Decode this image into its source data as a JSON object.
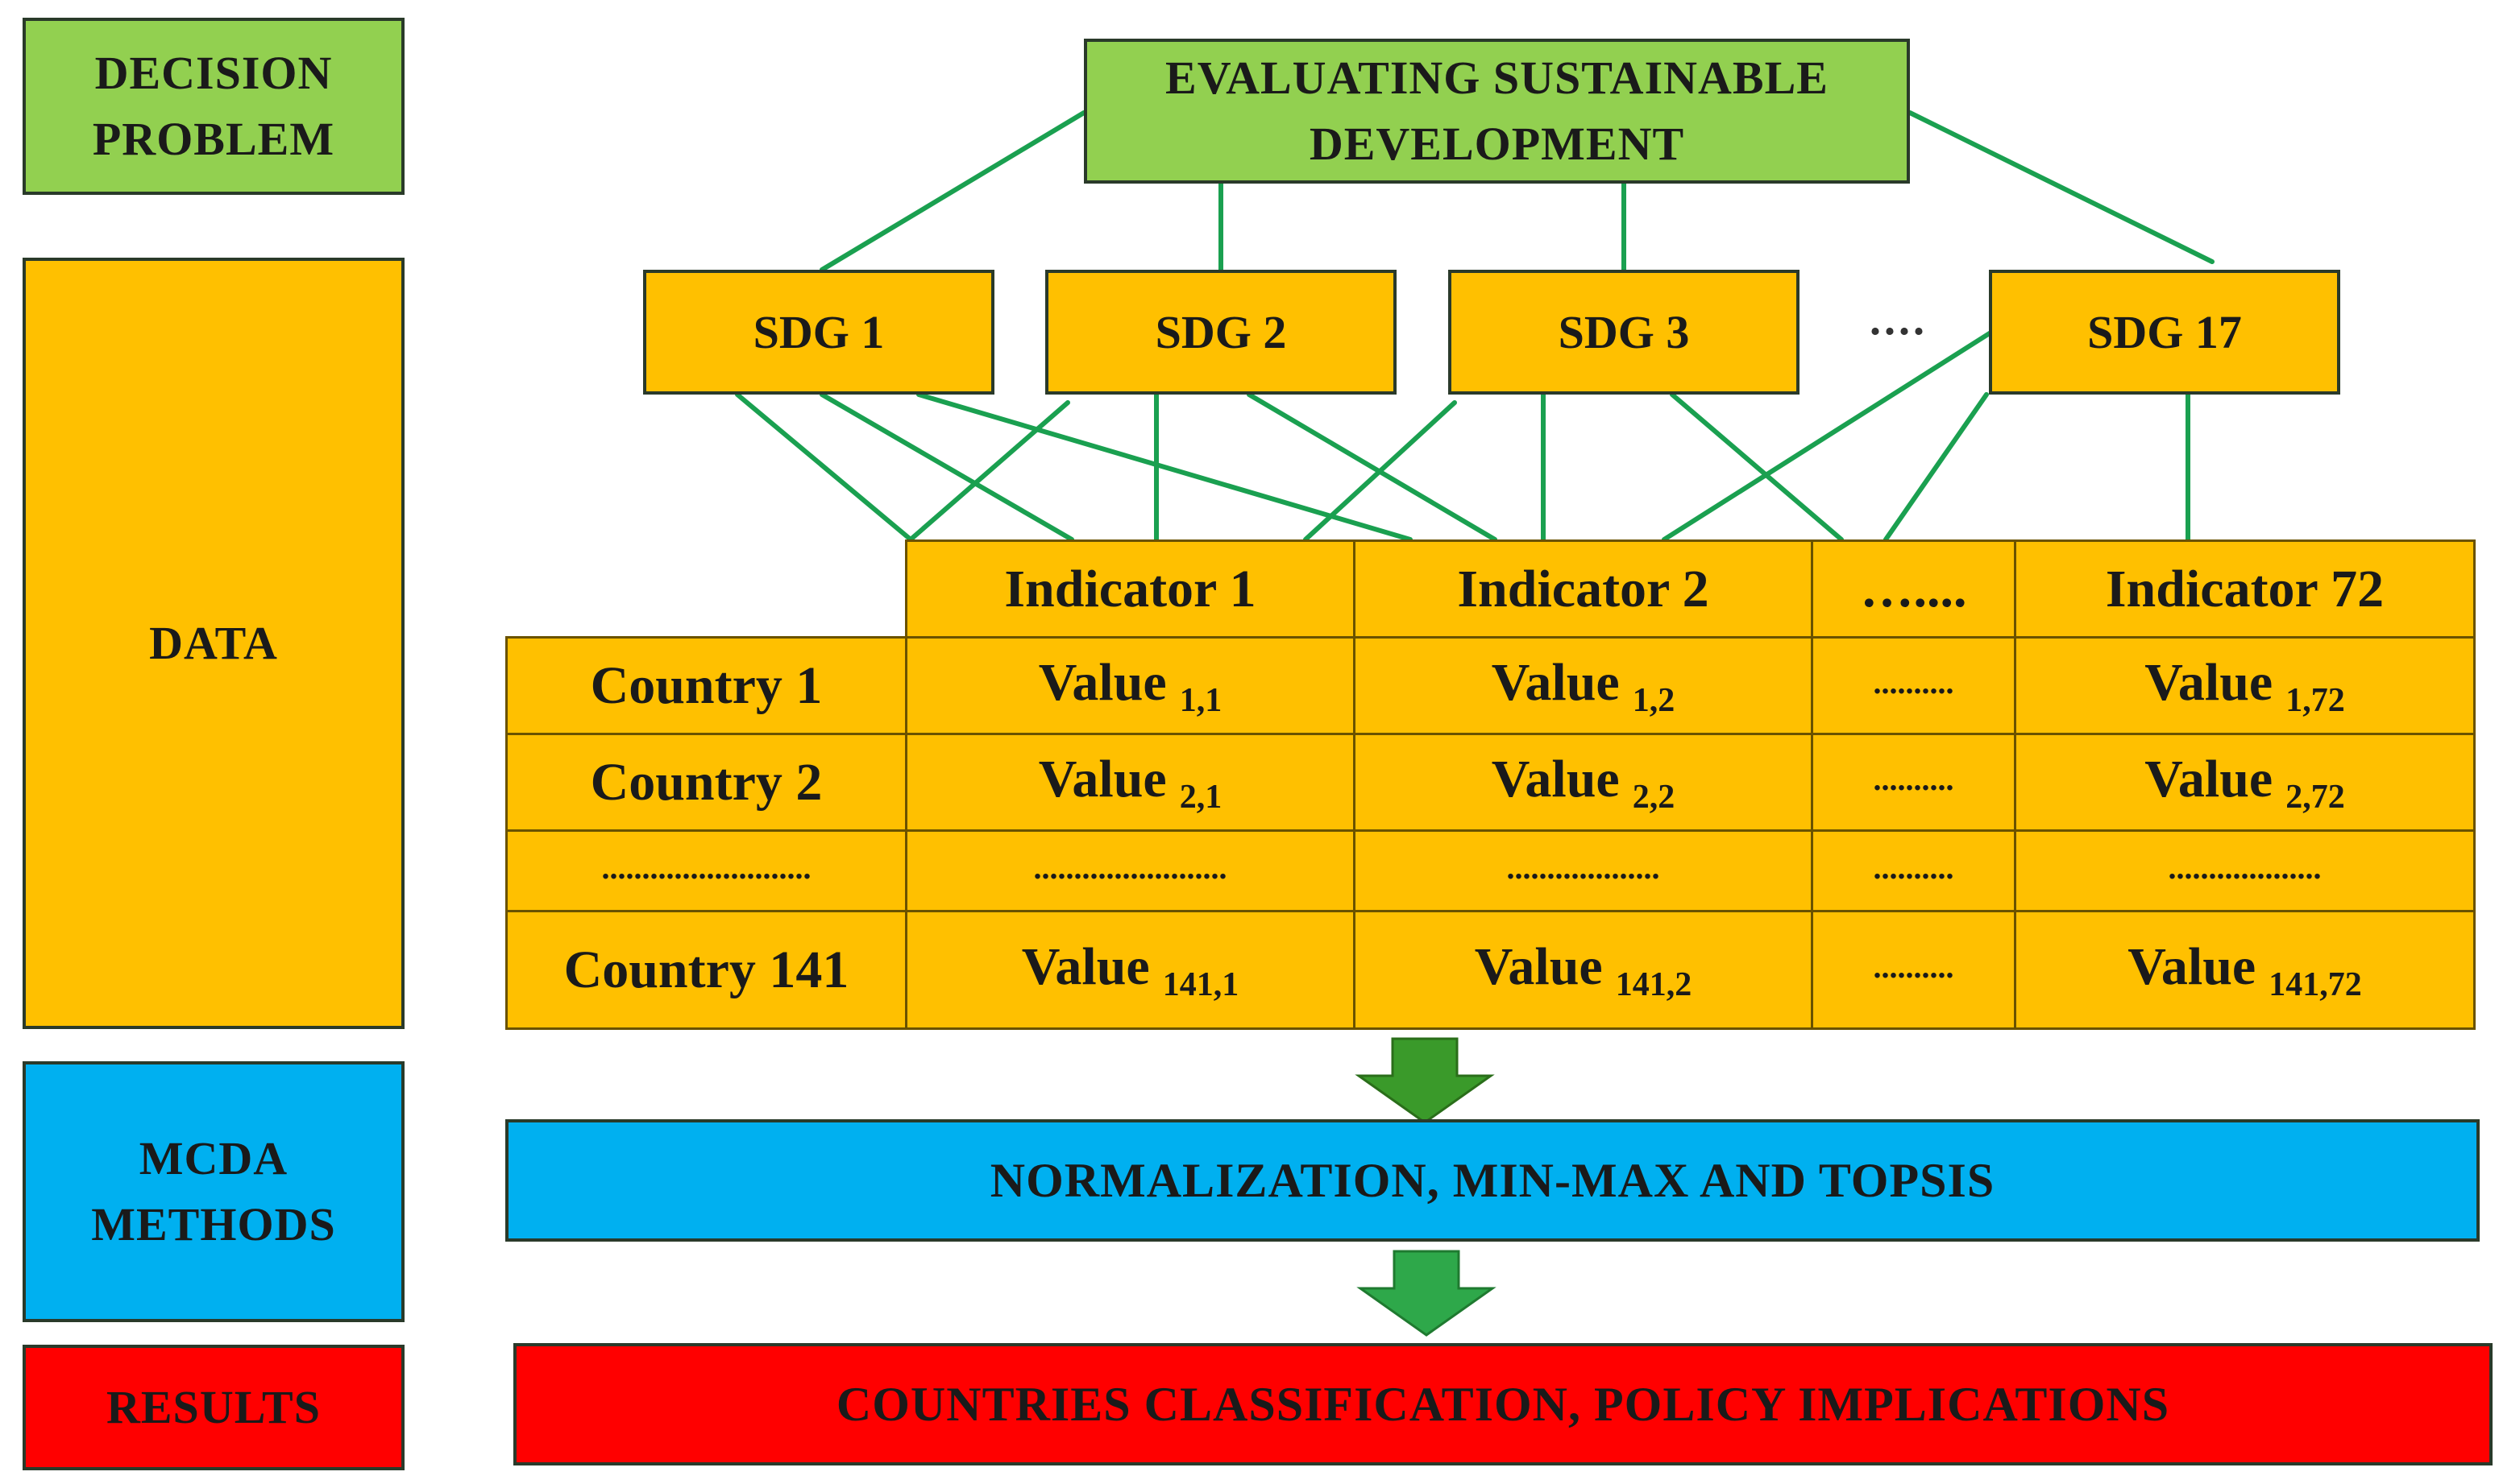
{
  "stages": {
    "decision": "DECISION PROBLEM",
    "data": "DATA",
    "mcda": "MCDA METHODS",
    "results": "RESULTS"
  },
  "goal": "EVALUATING SUSTAINABLE DEVELOPMENT",
  "sdgs": [
    "SDG 1",
    "SDG 2",
    "SDG 3",
    "SDG 17"
  ],
  "sdg_ellipsis": "....",
  "table": {
    "headers": [
      "Indicator 1",
      "Indicator 2",
      "…....",
      "Indicator 72"
    ],
    "rows": [
      {
        "label": "Country 1",
        "cells": [
          [
            "Value",
            "1,1"
          ],
          [
            "Value",
            "1,2"
          ],
          [
            "..........",
            ""
          ],
          [
            "Value",
            "1,72"
          ]
        ]
      },
      {
        "label": "Country 2",
        "cells": [
          [
            "Value",
            "2,1"
          ],
          [
            "Value",
            "2,2"
          ],
          [
            "..........",
            ""
          ],
          [
            "Value",
            "2,72"
          ]
        ]
      },
      {
        "label": "..........................",
        "cells": [
          [
            "........................",
            ""
          ],
          [
            "...................",
            ""
          ],
          [
            "..........",
            ""
          ],
          [
            "...................",
            ""
          ]
        ]
      },
      {
        "label": "Country 141",
        "cells": [
          [
            "Value",
            "141,1"
          ],
          [
            "Value",
            "141,2"
          ],
          [
            "..........",
            ""
          ],
          [
            "Value",
            "141,72"
          ]
        ]
      }
    ]
  },
  "methods": "NORMALIZATION, MIN-MAX AND TOPSIS",
  "outcome": "COUNTRIES CLASSIFICATION, POLICY IMPLICATIONS",
  "colors": {
    "green": "#92d050",
    "amber": "#ffc000",
    "blue": "#00b0f0",
    "red": "#ff0000",
    "connector": "#1aa050",
    "arrow": "#3a9a2a"
  },
  "icons": [
    "down-arrow-icon",
    "down-arrow-icon"
  ]
}
